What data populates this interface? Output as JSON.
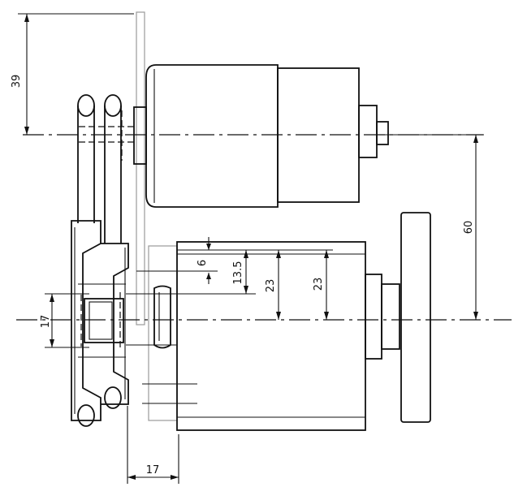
{
  "dimensions": {
    "d39": "39",
    "d60": "60",
    "d6": "6",
    "d13_5": "13.5",
    "d23_a": "23",
    "d23_b": "23",
    "d17_left": "17",
    "d17_bottom": "17"
  }
}
